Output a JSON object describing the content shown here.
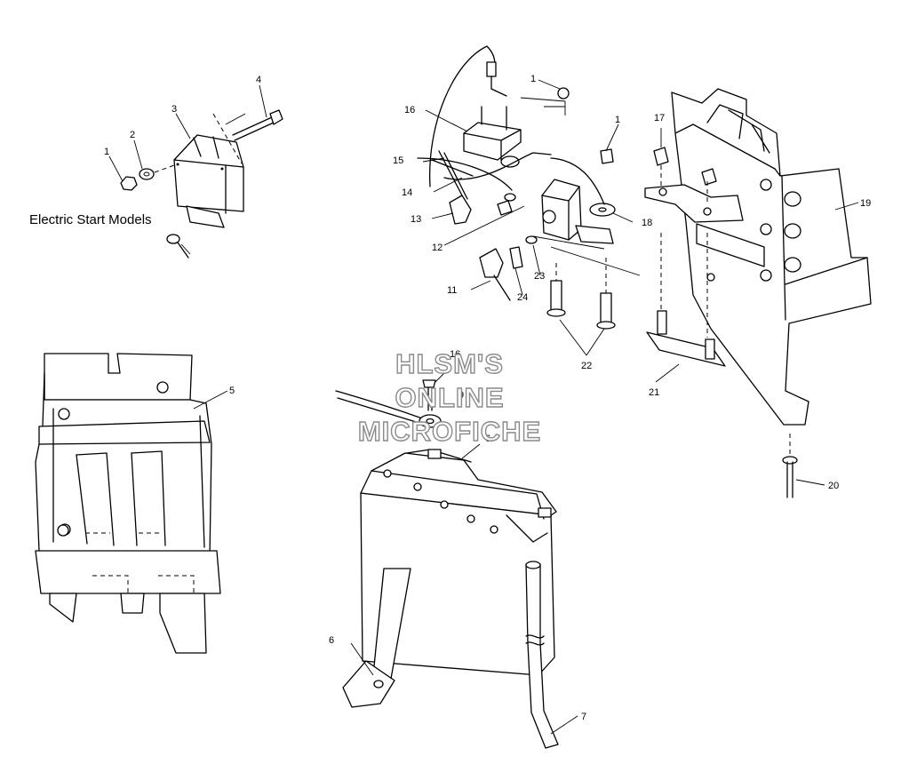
{
  "diagram": {
    "heading": "Electric Start Models",
    "watermark": [
      "HLSM'S",
      "ONLINE",
      "MICROFICHE"
    ],
    "callouts": {
      "c1a": "1",
      "c2": "2",
      "c3": "3",
      "c4": "4",
      "c5": "5",
      "c6a": "6",
      "c6b": "6",
      "c7": "7",
      "c1b": "1",
      "c1c": "1",
      "c11": "11",
      "c12": "12",
      "c13": "13",
      "c14": "14",
      "c15": "15",
      "c16a": "16",
      "c16b": "16",
      "c17": "17",
      "c18": "18",
      "c19": "19",
      "c20": "20",
      "c21": "21",
      "c22": "22",
      "c23": "23",
      "c24": "24",
      "c9": "9"
    }
  }
}
